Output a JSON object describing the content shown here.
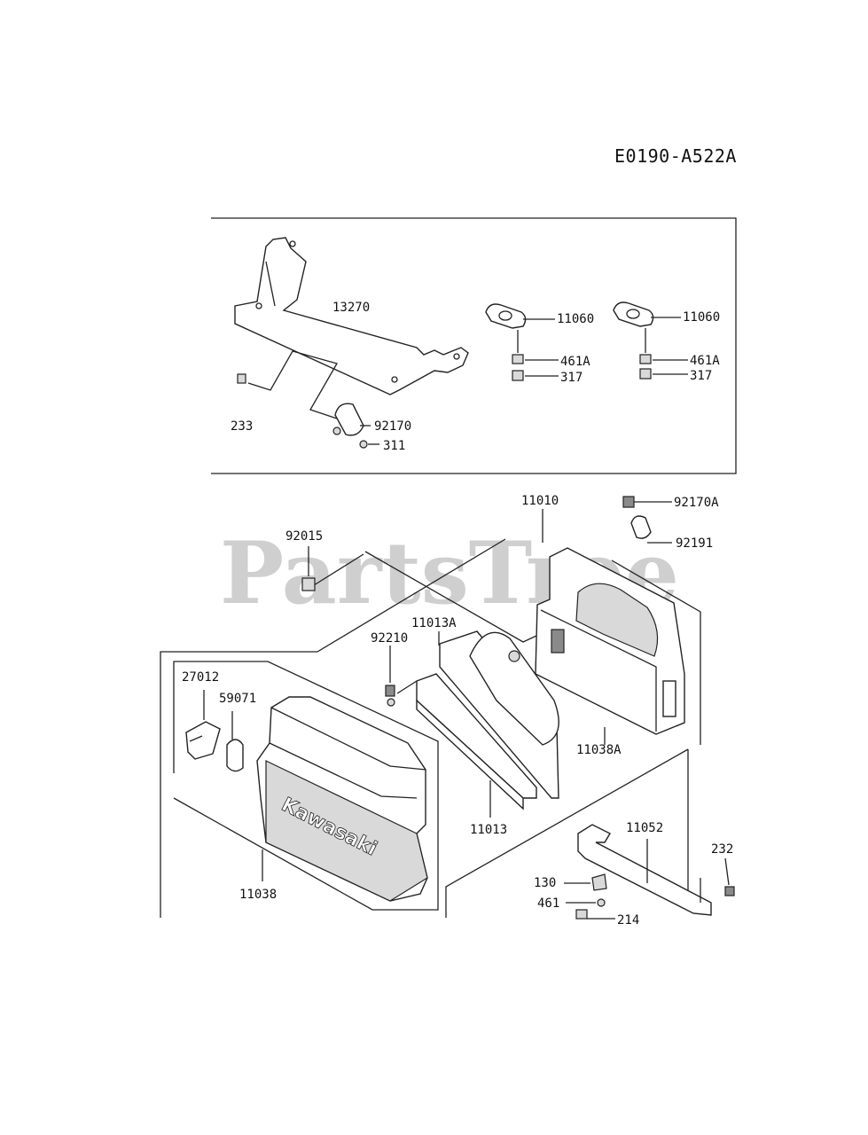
{
  "diagram_code": "E0190-A522A",
  "watermark": "PartsTree",
  "brand_text": "Kawasaki",
  "parts": {
    "p13270": "13270",
    "p233": "233",
    "p92170": "92170",
    "p311": "311",
    "p11060a": "11060",
    "p461a_a": "461A",
    "p317a": "317",
    "p11060b": "11060",
    "p461a_b": "461A",
    "p317b": "317",
    "p11010": "11010",
    "p92170a": "92170A",
    "p92191": "92191",
    "p92015": "92015",
    "p11013a": "11013A",
    "p92210": "92210",
    "p27012": "27012",
    "p59071": "59071",
    "p11038a": "11038A",
    "p11013": "11013",
    "p11052": "11052",
    "p232": "232",
    "p130": "130",
    "p461": "461",
    "p214": "214",
    "p11038": "11038"
  }
}
